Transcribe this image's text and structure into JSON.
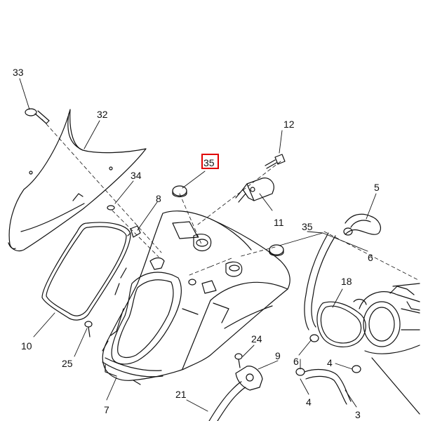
{
  "highlight_color": "#e00000",
  "line_color": "#111111",
  "callouts": {
    "c33": "33",
    "c32": "32",
    "c35a": "35",
    "c12": "12",
    "c34": "34",
    "c8": "8",
    "c5": "5",
    "c11": "11",
    "c35b": "35",
    "c6a": "6",
    "c18": "18",
    "c10": "10",
    "c25": "25",
    "c24": "24",
    "c9": "9",
    "c6b": "6",
    "c4a": "4",
    "c7": "7",
    "c21": "21",
    "c4b": "4",
    "c3": "3"
  },
  "highlighted_callout": "35"
}
